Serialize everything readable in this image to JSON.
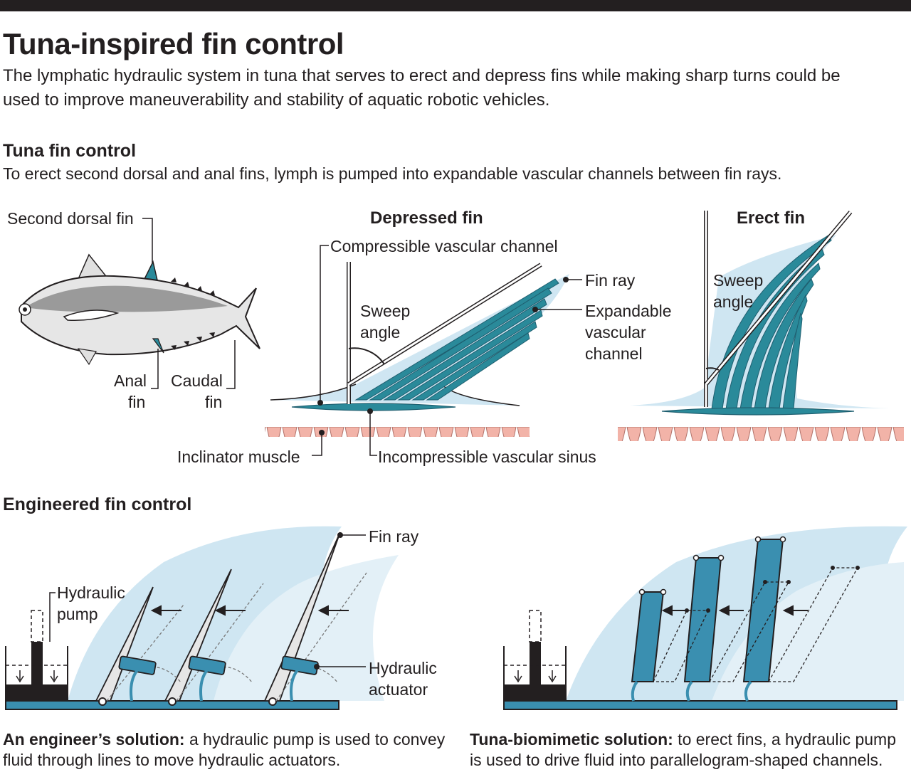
{
  "header": {
    "title": "Tuna-inspired fin control",
    "subtitle": "The lymphatic hydraulic system in tuna that serves to erect and depress fins while making sharp turns could be used to improve maneuverability and stability of aquatic robotic vehicles."
  },
  "tuna_section": {
    "heading": "Tuna fin control",
    "description": "To erect second dorsal and anal fins, lymph is pumped into expandable vascular channels between fin rays.",
    "fish_labels": {
      "second_dorsal_fin": "Second dorsal fin",
      "anal_fin_1": "Anal",
      "anal_fin_2": "fin",
      "caudal_fin_1": "Caudal",
      "caudal_fin_2": "fin"
    },
    "depressed": {
      "title": "Depressed fin",
      "compressible_channel": "Compressible vascular channel",
      "sweep_1": "Sweep",
      "sweep_2": "angle",
      "fin_ray": "Fin ray",
      "expandable_1": "Expandable",
      "expandable_2": "vascular",
      "expandable_3": "channel",
      "inclinator": "Inclinator muscle",
      "sinus": "Incompressible vascular sinus"
    },
    "erect": {
      "title": "Erect fin",
      "sweep_1": "Sweep",
      "sweep_2": "angle"
    }
  },
  "engineered_section": {
    "heading": "Engineered fin control",
    "labels": {
      "fin_ray": "Fin ray",
      "pump_1": "Hydraulic",
      "pump_2": "pump",
      "actuator_1": "Hydraulic",
      "actuator_2": "actuator"
    },
    "caption_left_bold": "An engineer’s solution:",
    "caption_left_rest": " a hydraulic pump is used to convey",
    "caption_left_line2": "fluid through lines to move hydraulic actuators.",
    "caption_right_bold": "Tuna-biomimetic solution:",
    "caption_right_rest": " to erect fins, a hydraulic pump",
    "caption_right_line2": "is used to drive fluid into parallelogram-shaped channels."
  },
  "colors": {
    "teal": "#2a8a9a",
    "teal_dark": "#1f5f70",
    "light_blue": "#cfe6f2",
    "mid_blue": "#a8d0e6",
    "muscle_pink": "#f2b3a8",
    "fish_gray": "#9a9a9a",
    "ink": "#231f20"
  }
}
